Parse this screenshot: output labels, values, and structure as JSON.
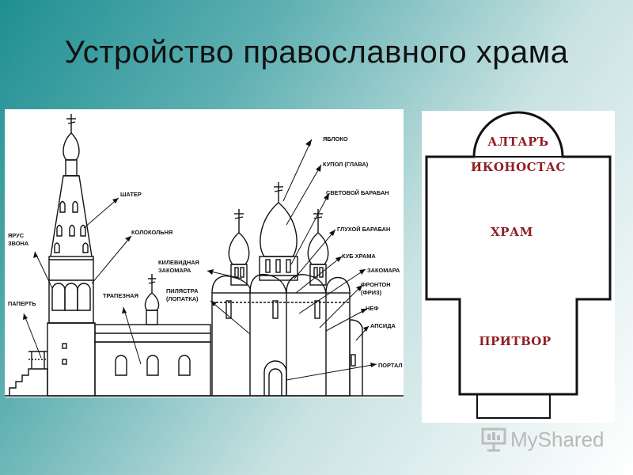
{
  "title": "Устройство православного храма",
  "elevation_labels": {
    "yabloko": "ЯБЛОКО",
    "kupol": "КУПОЛ (ГЛАВА)",
    "svetovoy_baraban": "СВЕТОВОЙ БАРАБАН",
    "shater": "ШАТЕР",
    "glukhoy_baraban": "ГЛУХОЙ БАРАБАН",
    "yarus_zvona_1": "ЯРУС",
    "yarus_zvona_2": "ЗВОНА",
    "kolokolnya": "КОЛОКОЛЬНЯ",
    "kub_khrama": "КУБ ХРАМА",
    "kilevidnaya_1": "КИЛЕВИДНАЯ",
    "kilevidnaya_2": "ЗАКОМАРА",
    "zakomara": "ЗАКОМАРА",
    "paperть": "ПАПЕРТЬ",
    "trapeznaya": "ТРАПЕЗНАЯ",
    "pilyastra_1": "ПИЛЯСТРА",
    "pilyastra_2": "(ЛОПАТКА)",
    "fronton_1": "ФРОНТОН",
    "fronton_2": "(ФРИЗ)",
    "nef": "НЕФ",
    "apsida": "АПСИДА",
    "portal": "ПОРТАЛ"
  },
  "plan_labels": {
    "altar": "АЛТАРЪ",
    "iconostas": "ИКОНОСТАС",
    "khram": "ХРАМ",
    "pritvor": "ПРИТВОР"
  },
  "watermark": "MyShared"
}
